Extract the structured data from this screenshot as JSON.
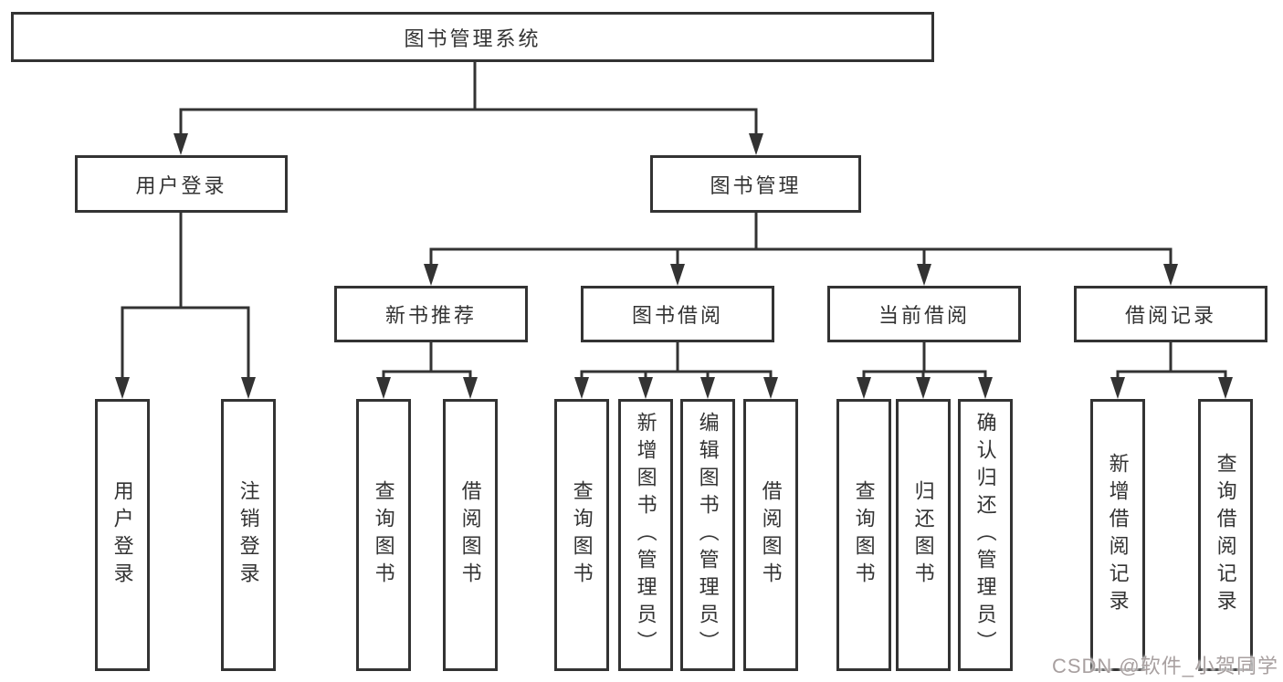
{
  "diagram": {
    "root": {
      "label": "图书管理系统"
    },
    "branches": [
      {
        "label": "用户登录",
        "children": [
          {
            "label": "用户登录"
          },
          {
            "label": "注销登录"
          }
        ]
      },
      {
        "label": "图书管理",
        "children": [
          {
            "label": "新书推荐",
            "children": [
              {
                "label": "查询图书"
              },
              {
                "label": "借阅图书"
              }
            ]
          },
          {
            "label": "图书借阅",
            "children": [
              {
                "label": "查询图书"
              },
              {
                "label": "新增图书（管理员）"
              },
              {
                "label": "编辑图书（管理员）"
              },
              {
                "label": "借阅图书"
              }
            ]
          },
          {
            "label": "当前借阅",
            "children": [
              {
                "label": "查询图书"
              },
              {
                "label": "归还图书"
              },
              {
                "label": "确认归还（管理员）"
              }
            ]
          },
          {
            "label": "借阅记录",
            "children": [
              {
                "label": "新增借阅记录"
              },
              {
                "label": "查询借阅记录"
              }
            ]
          }
        ]
      }
    ]
  },
  "watermark": {
    "text": "CSDN @软件_小贺同学"
  },
  "colors": {
    "line": "#333333",
    "box_border": "#333333",
    "text": "#333333",
    "background": "#ffffff",
    "watermark": "#a8a0a0"
  }
}
